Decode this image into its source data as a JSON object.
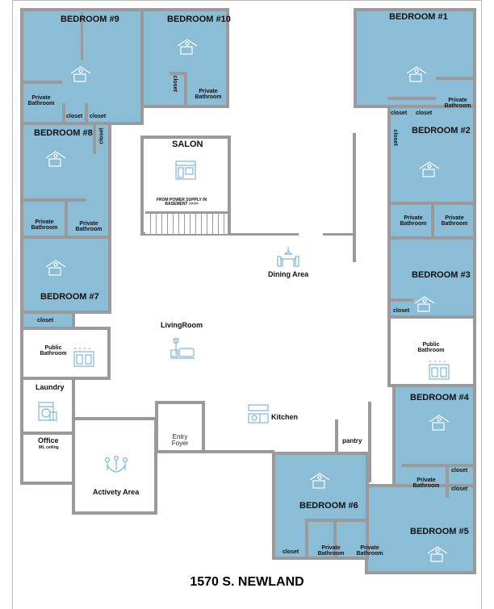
{
  "title": "1570 S. NEWLAND",
  "rooms": {
    "bedroom9": "BEDROOM #9",
    "bedroom10": "BEDROOM #10",
    "bedroom8": "BEDROOM #8",
    "bedroom7": "BEDROOM #7",
    "bedroom1": "BEDROOM #1",
    "bedroom2": "BEDROOM #2",
    "bedroom3": "BEDROOM #3",
    "bedroom4": "BEDROOM #4",
    "bedroom5": "BEDROOM #5",
    "bedroom6": "BEDROOM #6",
    "salon": "SALON",
    "salon_note": "FROM POWER SUPPLY IN BASEMENT >>>>",
    "dining": "Dining Area",
    "living": "LivingRoom",
    "kitchen": "Kitchen",
    "pantry": "pantry",
    "entry": "Entry Foyer",
    "public_bath": "Public Bathroom",
    "laundry": "Laundry",
    "office": "Office",
    "office_note": "8ft. ceiling",
    "activity": "Activety Area",
    "private_bath": "Private Bathroom",
    "closet": "closet"
  },
  "colors": {
    "room_fill": "#8bbdd6",
    "wall": "#9a9a9a",
    "icon": "#7fb6d8"
  }
}
